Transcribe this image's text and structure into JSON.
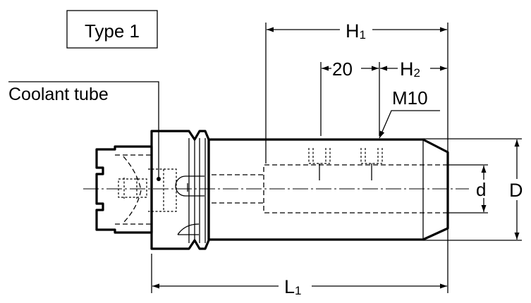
{
  "type_label": "Type 1",
  "coolant_label": "Coolant tube",
  "dimensions": {
    "h1": {
      "letter": "H",
      "sub": "1"
    },
    "h2": {
      "letter": "H",
      "sub": "2"
    },
    "l1": {
      "letter": "L",
      "sub": "1"
    },
    "spacing": "20",
    "thread": "M10",
    "bore": "d",
    "diameter": "D"
  }
}
